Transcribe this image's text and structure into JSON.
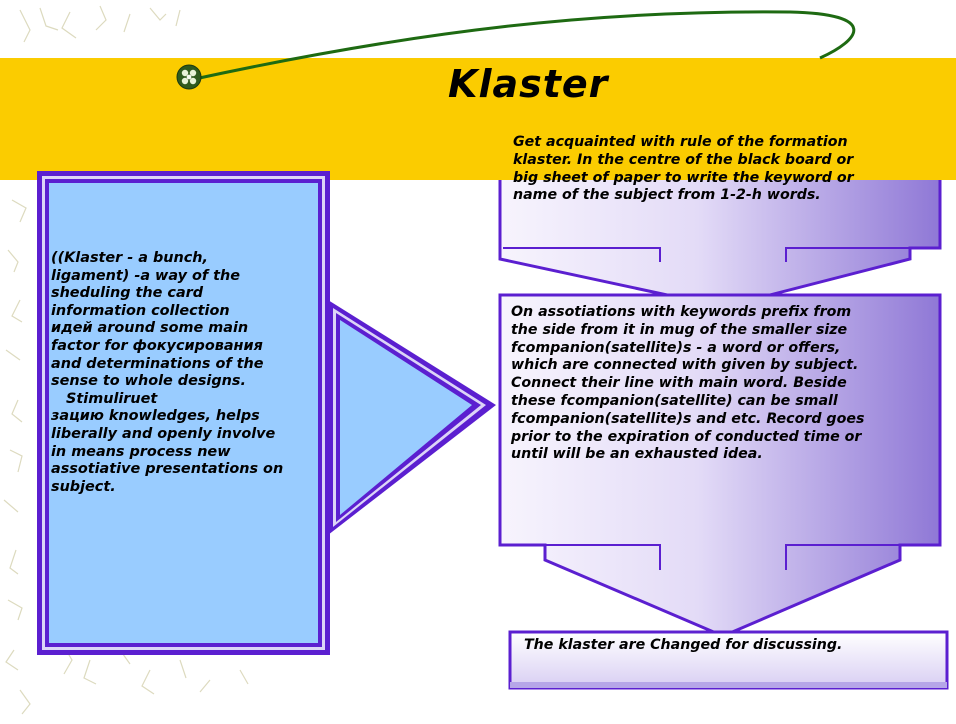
{
  "title": "Klaster",
  "left_box": {
    "lines": [
      "((Klaster - a bunch,",
      "ligament) -a way of the",
      "sheduling the card",
      "information   collection",
      "идей around some main",
      "factor for фокусирования",
      "and determinations of the",
      "sense to whole designs.",
      "   Stimuliruet",
      "зацию knowledges, helps",
      "liberally and openly involve",
      "in means process new",
      "assotiative presentations on",
      "subject."
    ]
  },
  "step1": {
    "lines": [
      "Get acquainted with rule of the formation",
      "klaster. In the centre of the black board or",
      "big sheet of paper to write the keyword or",
      "name of the subject from 1-2-h words."
    ]
  },
  "step2": {
    "lines": [
      "On assotiations with keywords prefix from",
      "the side from it in mug of the smaller size",
      "fcompanion(satellite)s  - a word or offers,",
      "which are connected with given by subject.",
      "Connect their line with  main  word. Beside",
      "these  fcompanion(satellite)  can be  small",
      "fcompanion(satellite)s  and etc. Record goes",
      "prior to the expiration of conducted time or",
      "until will be an exhausted idea."
    ]
  },
  "step3": {
    "text": "The klaster are Changed for discussing."
  },
  "colors": {
    "title_band": "#fbcc00",
    "left_fill": "#99ccff",
    "frame_purple": "#5b1fd0",
    "arrow_light": "#f3effc",
    "arrow_dark": "#9b86d9",
    "curve_green": "#1e6a12"
  }
}
